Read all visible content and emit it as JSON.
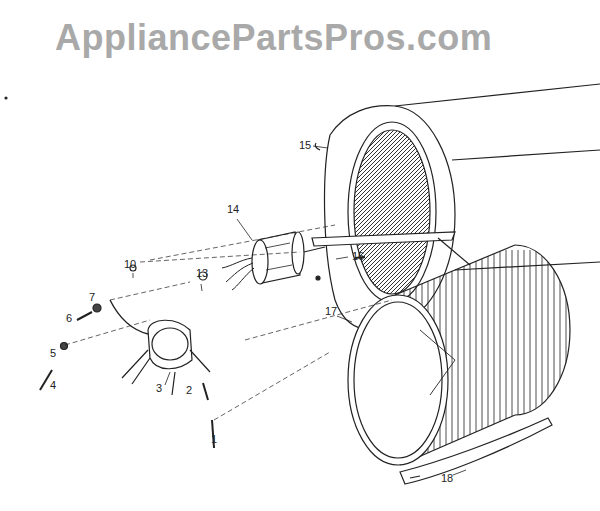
{
  "diagram": {
    "labels": [
      "AppliancePartsPros.com",
      "15",
      "14",
      "16",
      "13",
      "10",
      "7",
      "17",
      "6",
      "5",
      "4",
      "3",
      "2",
      "1",
      "18"
    ]
  }
}
